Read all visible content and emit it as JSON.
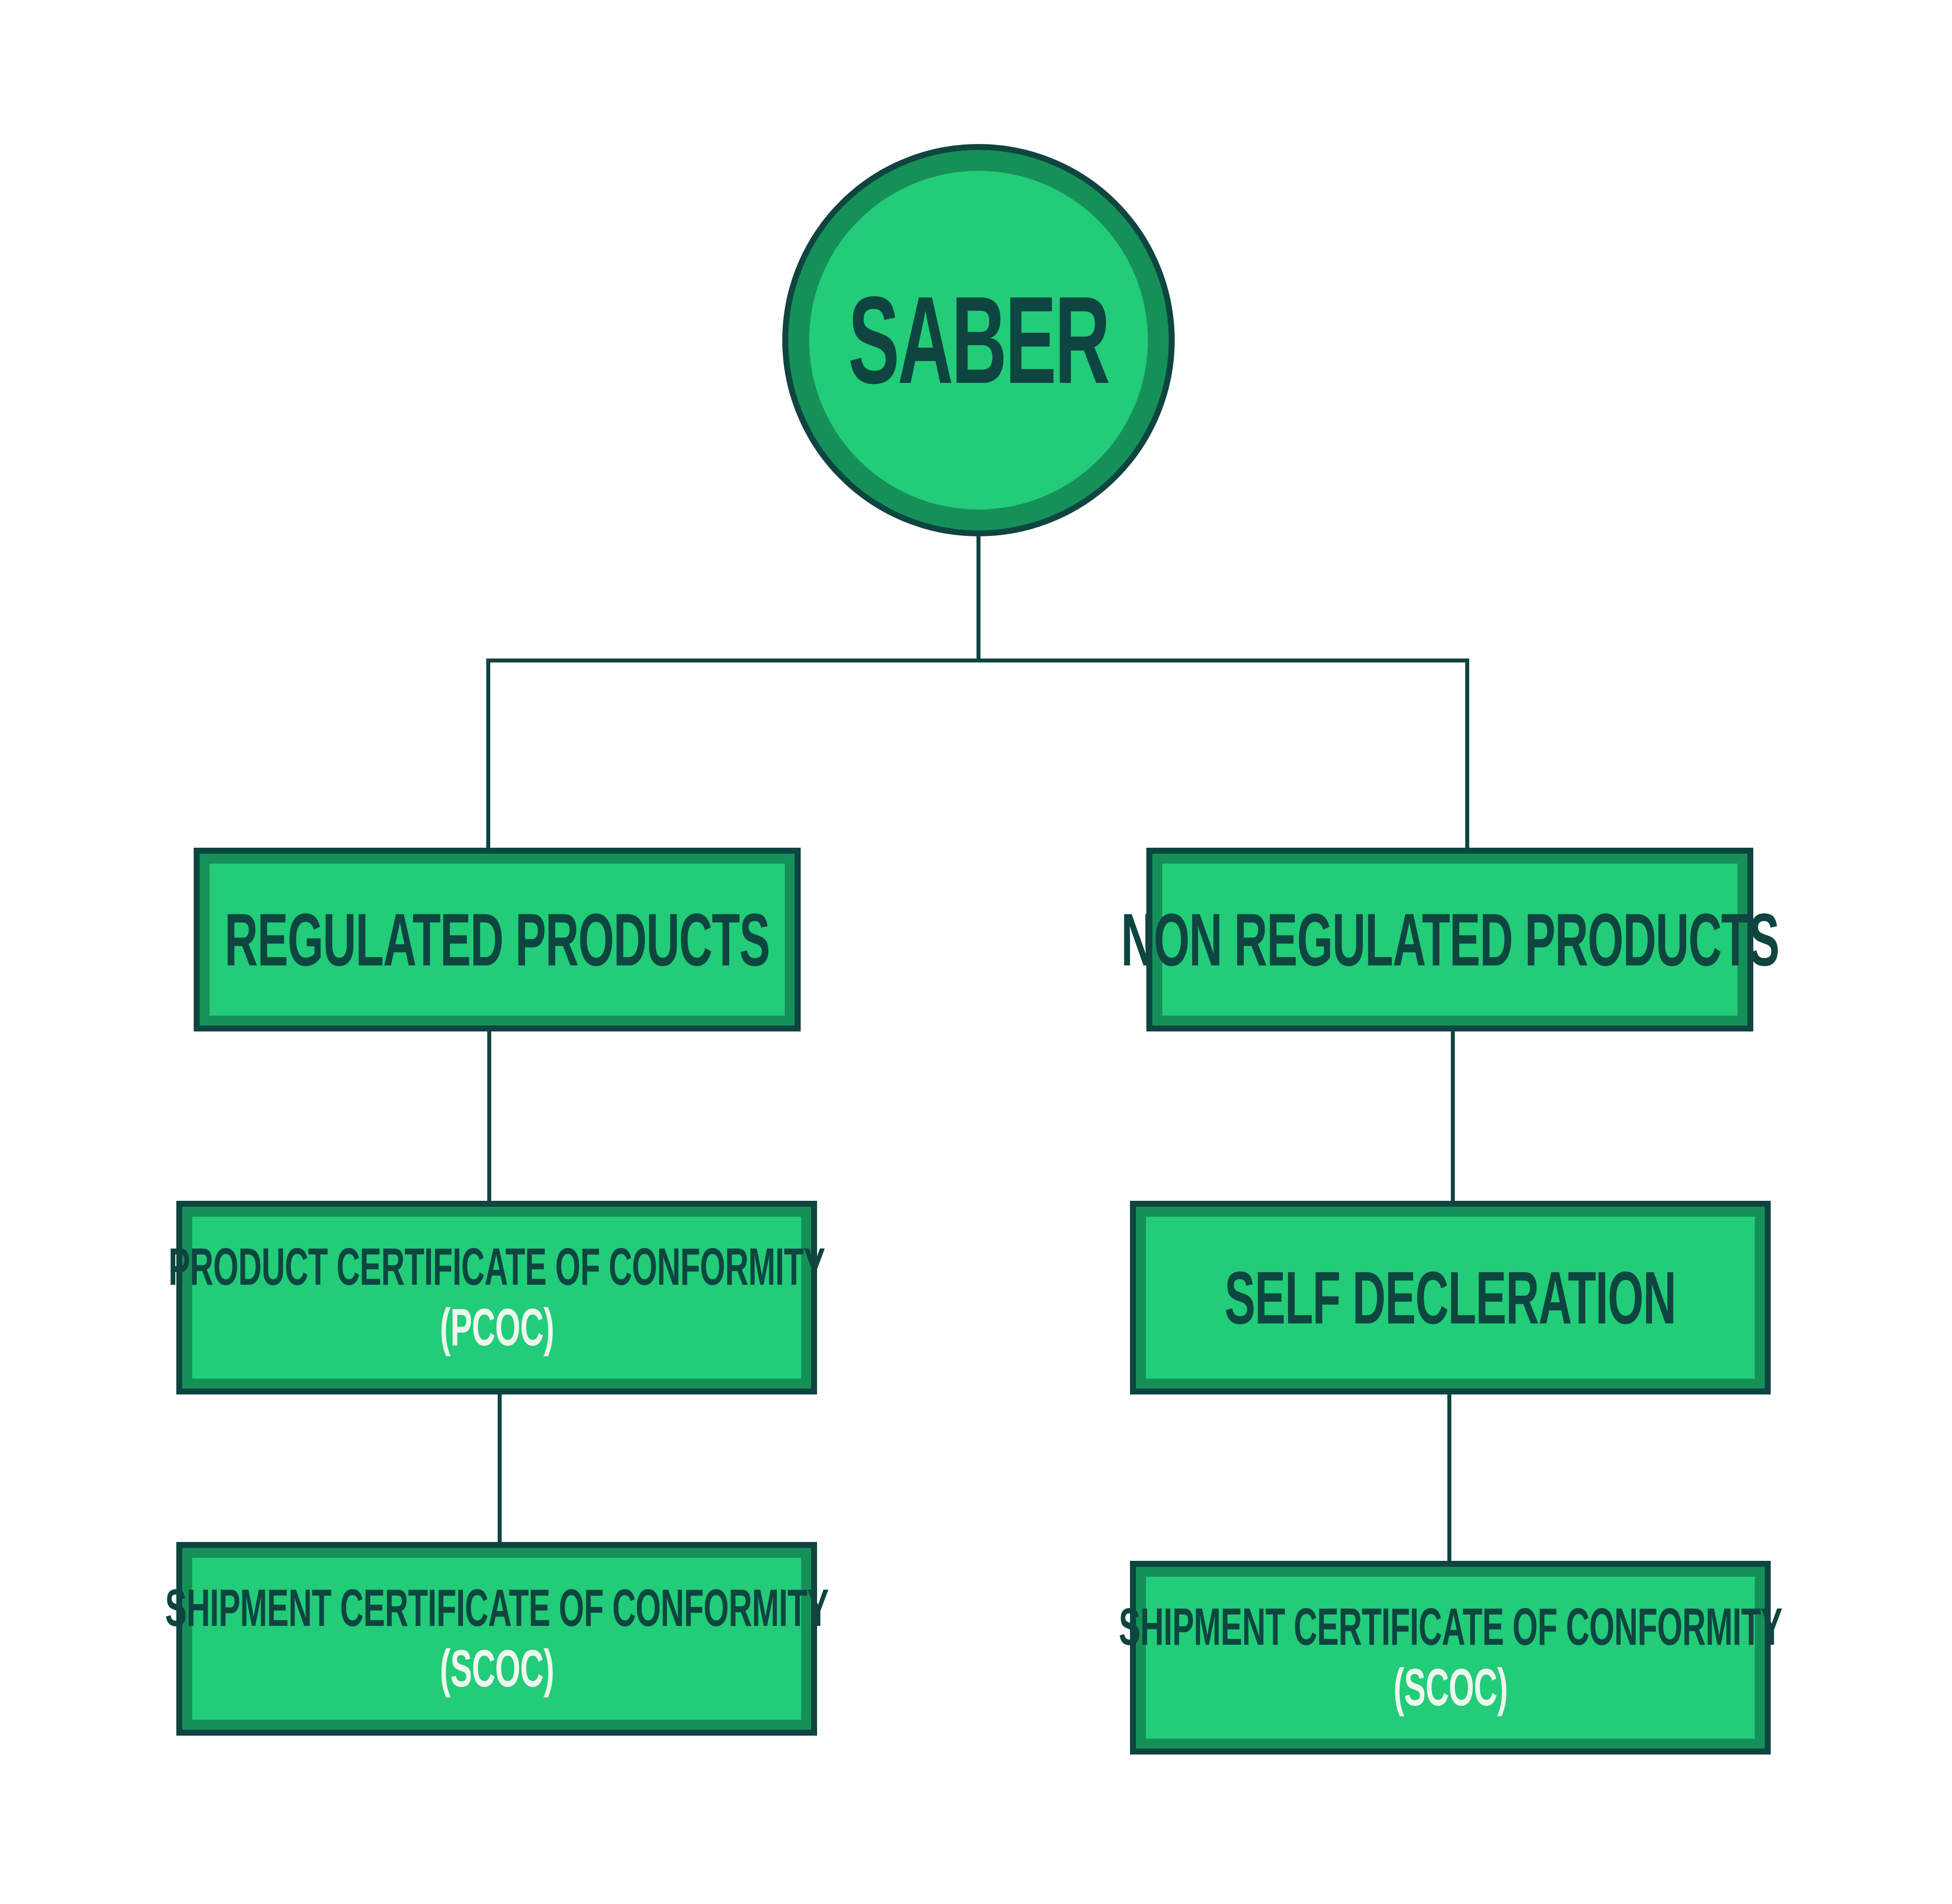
{
  "diagram": {
    "type": "hierarchy",
    "colors": {
      "outline": "#0e4540",
      "fill_outer": "#169059",
      "fill_inner": "#22cc78",
      "text_dark": "#0e4540",
      "text_light": "#eef6ee",
      "background": "#ffffff"
    },
    "root": {
      "label": "SABER"
    },
    "nodes": {
      "regulated": {
        "label": "REGULATED PRODUCTS"
      },
      "non_regulated": {
        "label": "NON REGULATED PRODUCTS"
      },
      "pcoc": {
        "label": "PRODUCT CERTIFICATE OF CONFORMITY",
        "sub": "(PCOC)"
      },
      "self_declaration": {
        "label": "SELF DECLERATION"
      },
      "scoc_left": {
        "label": "SHIPMENT CERTIFICATE OF CONFORMITY",
        "sub": "(SCOC)"
      },
      "scoc_right": {
        "label": "SHIPMENT CERTIFICATE OF CONFORMITY",
        "sub": "(SCOC)"
      }
    },
    "edges": [
      {
        "from": "root",
        "to": "regulated"
      },
      {
        "from": "root",
        "to": "non_regulated"
      },
      {
        "from": "regulated",
        "to": "pcoc"
      },
      {
        "from": "pcoc",
        "to": "scoc_left"
      },
      {
        "from": "non_regulated",
        "to": "self_declaration"
      },
      {
        "from": "self_declaration",
        "to": "scoc_right"
      }
    ]
  }
}
